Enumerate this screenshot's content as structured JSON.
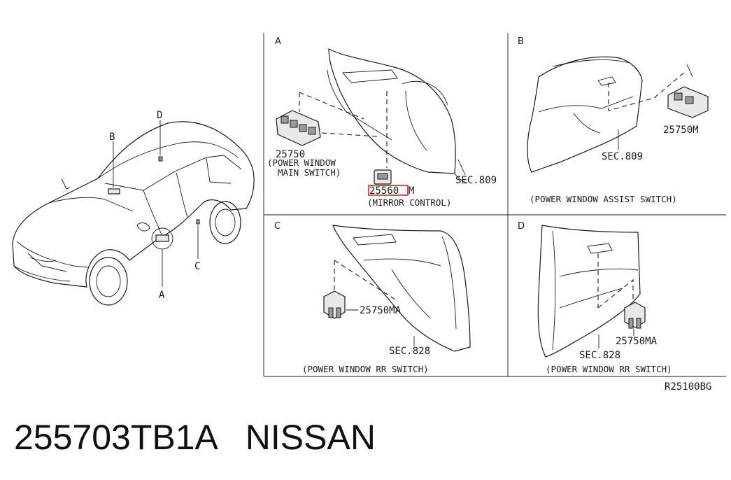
{
  "panels": {
    "A": {
      "letter": "A",
      "part_main_switch": "25750",
      "main_switch_desc_1": "(POWER WINDOW",
      "main_switch_desc_2": "MAIN SWITCH)",
      "part_mirror_prefix": "25560",
      "part_mirror_suffix": "M",
      "mirror_desc": "(MIRROR CONTROL)",
      "section": "SEC.809"
    },
    "B": {
      "letter": "B",
      "part": "25750M",
      "section": "SEC.809",
      "desc": "(POWER WINDOW ASSIST SWITCH)"
    },
    "C": {
      "letter": "C",
      "part": "25750MA",
      "section": "SEC.828",
      "desc": "(POWER WINDOW RR SWITCH)"
    },
    "D": {
      "letter": "D",
      "part": "25750MA",
      "section": "SEC.828",
      "desc": "(POWER WINDOW RR SWITCH)"
    }
  },
  "car_callouts": {
    "A": "A",
    "B": "B",
    "C": "C",
    "D": "D"
  },
  "diagram_code": "R25100BG",
  "footer_text": "255703TB1A   NISSAN",
  "highlight_color": "#e02020"
}
